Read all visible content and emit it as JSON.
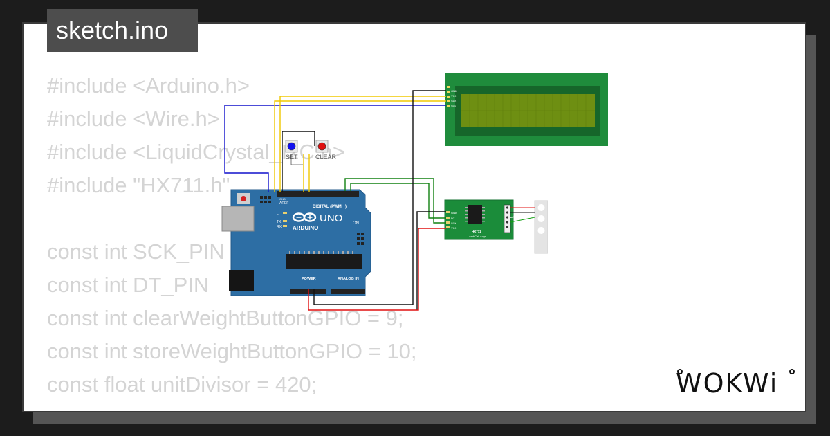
{
  "tab": {
    "filename": "sketch.ino"
  },
  "code_lines": [
    "#include <Arduino.h>",
    "#include <Wire.h>",
    "#include <LiquidCrystal_I2C.h>",
    "#include \"HX711.h\"",
    "",
    "const int SCK_PIN",
    "const int DT_PIN",
    "const int clearWeightButtonGPIO = 9;",
    "const int storeWeightButtonGPIO = 10;",
    "const float unitDivisor = 420;"
  ],
  "buttons": {
    "set_label": "SET",
    "clear_label": "CLEAR"
  },
  "arduino": {
    "model": "UNO",
    "brand": "ARDUINO",
    "digital_label": "DIGITAL (PWM ~)",
    "power_label": "POWER",
    "analog_label": "ANALOG IN",
    "on_label": "ON"
  },
  "lcd": {
    "pins": [
      "GND",
      "VCC",
      "SDA",
      "SCL"
    ]
  },
  "hx711": {
    "name": "HX711",
    "subtitle": "Load Cell Amp",
    "pins": [
      "GND",
      "DT",
      "SCK",
      "VCC"
    ]
  },
  "brand": {
    "logo_text": "WOKWi"
  }
}
